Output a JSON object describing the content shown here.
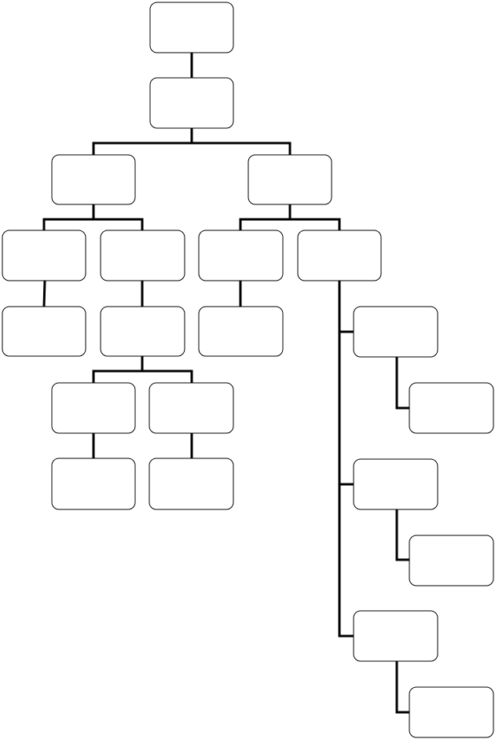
{
  "diagram": {
    "type": "org-chart",
    "colors": {
      "line": "#000000",
      "box_fill": "#ffffff",
      "box_stroke": "#000000",
      "background": "#ffffff"
    },
    "nodes": [
      {
        "id": "root",
        "label": ""
      },
      {
        "id": "level1",
        "label": ""
      },
      {
        "id": "left",
        "label": ""
      },
      {
        "id": "right",
        "label": ""
      },
      {
        "id": "left-a",
        "label": ""
      },
      {
        "id": "left-b",
        "label": ""
      },
      {
        "id": "right-a",
        "label": ""
      },
      {
        "id": "right-b",
        "label": ""
      },
      {
        "id": "left-a-1",
        "label": ""
      },
      {
        "id": "left-b-1",
        "label": ""
      },
      {
        "id": "right-a-1",
        "label": ""
      },
      {
        "id": "left-b-1-x",
        "label": ""
      },
      {
        "id": "left-b-1-y",
        "label": ""
      },
      {
        "id": "left-b-1-x-1",
        "label": ""
      },
      {
        "id": "left-b-1-y-1",
        "label": ""
      },
      {
        "id": "right-b-1",
        "label": ""
      },
      {
        "id": "right-b-2",
        "label": ""
      },
      {
        "id": "right-b-3",
        "label": ""
      },
      {
        "id": "right-b-1-1",
        "label": ""
      },
      {
        "id": "right-b-2-1",
        "label": ""
      },
      {
        "id": "right-b-3-1",
        "label": ""
      }
    ]
  }
}
